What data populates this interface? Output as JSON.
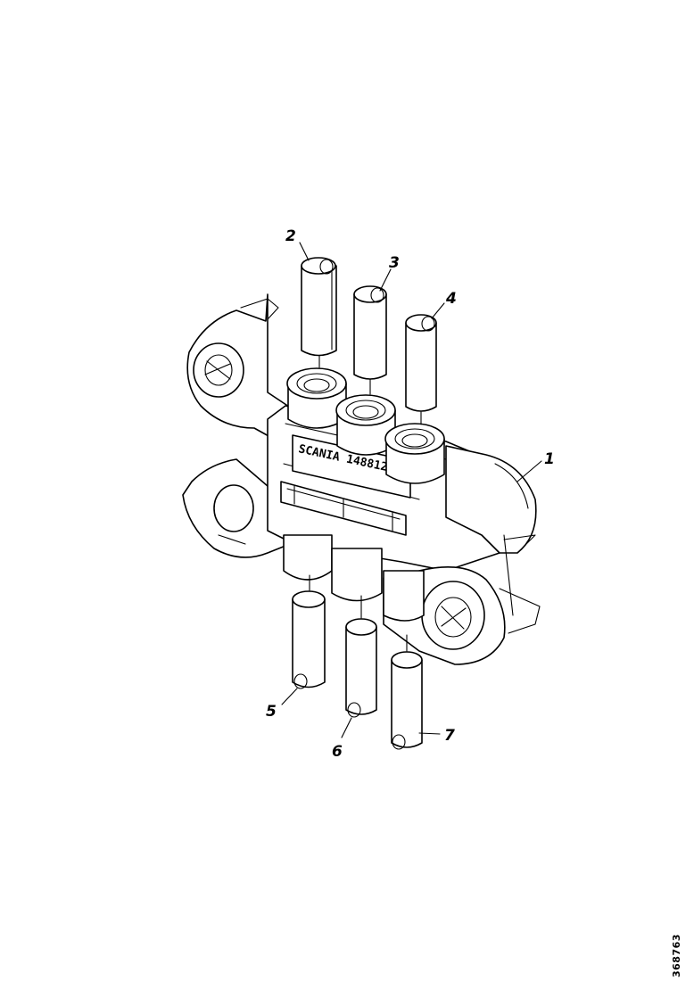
{
  "parts_diagram": {
    "callouts": [
      {
        "id": "callout-1",
        "label": "1"
      },
      {
        "id": "callout-2",
        "label": "2"
      },
      {
        "id": "callout-3",
        "label": "3"
      },
      {
        "id": "callout-4",
        "label": "4"
      },
      {
        "id": "callout-5",
        "label": "5"
      },
      {
        "id": "callout-6",
        "label": "6"
      },
      {
        "id": "callout-7",
        "label": "7"
      }
    ],
    "body_marking": "SCANIA 1488124",
    "document_id": "368763"
  }
}
